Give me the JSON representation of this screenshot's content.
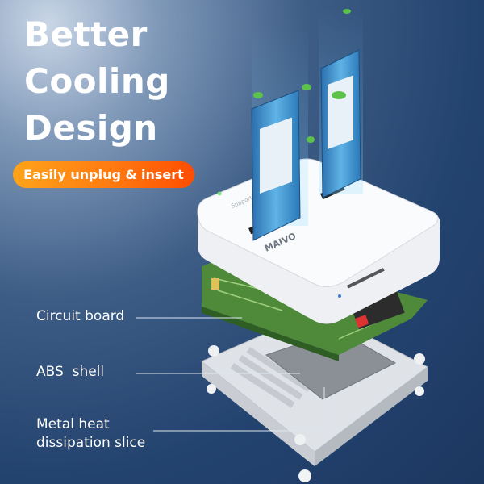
{
  "headline": {
    "lines": [
      "Better",
      "Cooling",
      "Design"
    ]
  },
  "badge": {
    "text": "Easily unplug & insert",
    "color_start": "#ffa31a",
    "color_end": "#ff4d00"
  },
  "callouts": {
    "circuit_board": "Circuit board",
    "abs_shell": "ABS  shell",
    "metal_heat_line1": "Metal heat",
    "metal_heat_line2": "dissipation slice"
  },
  "product": {
    "brand_logo": "MAIVO",
    "top_text": "Support SSD Dock"
  },
  "colors": {
    "background": "#23436f",
    "shell": "#f4f5f7",
    "pcb": "#4f8a3a",
    "ssd": "#2f86c8"
  }
}
